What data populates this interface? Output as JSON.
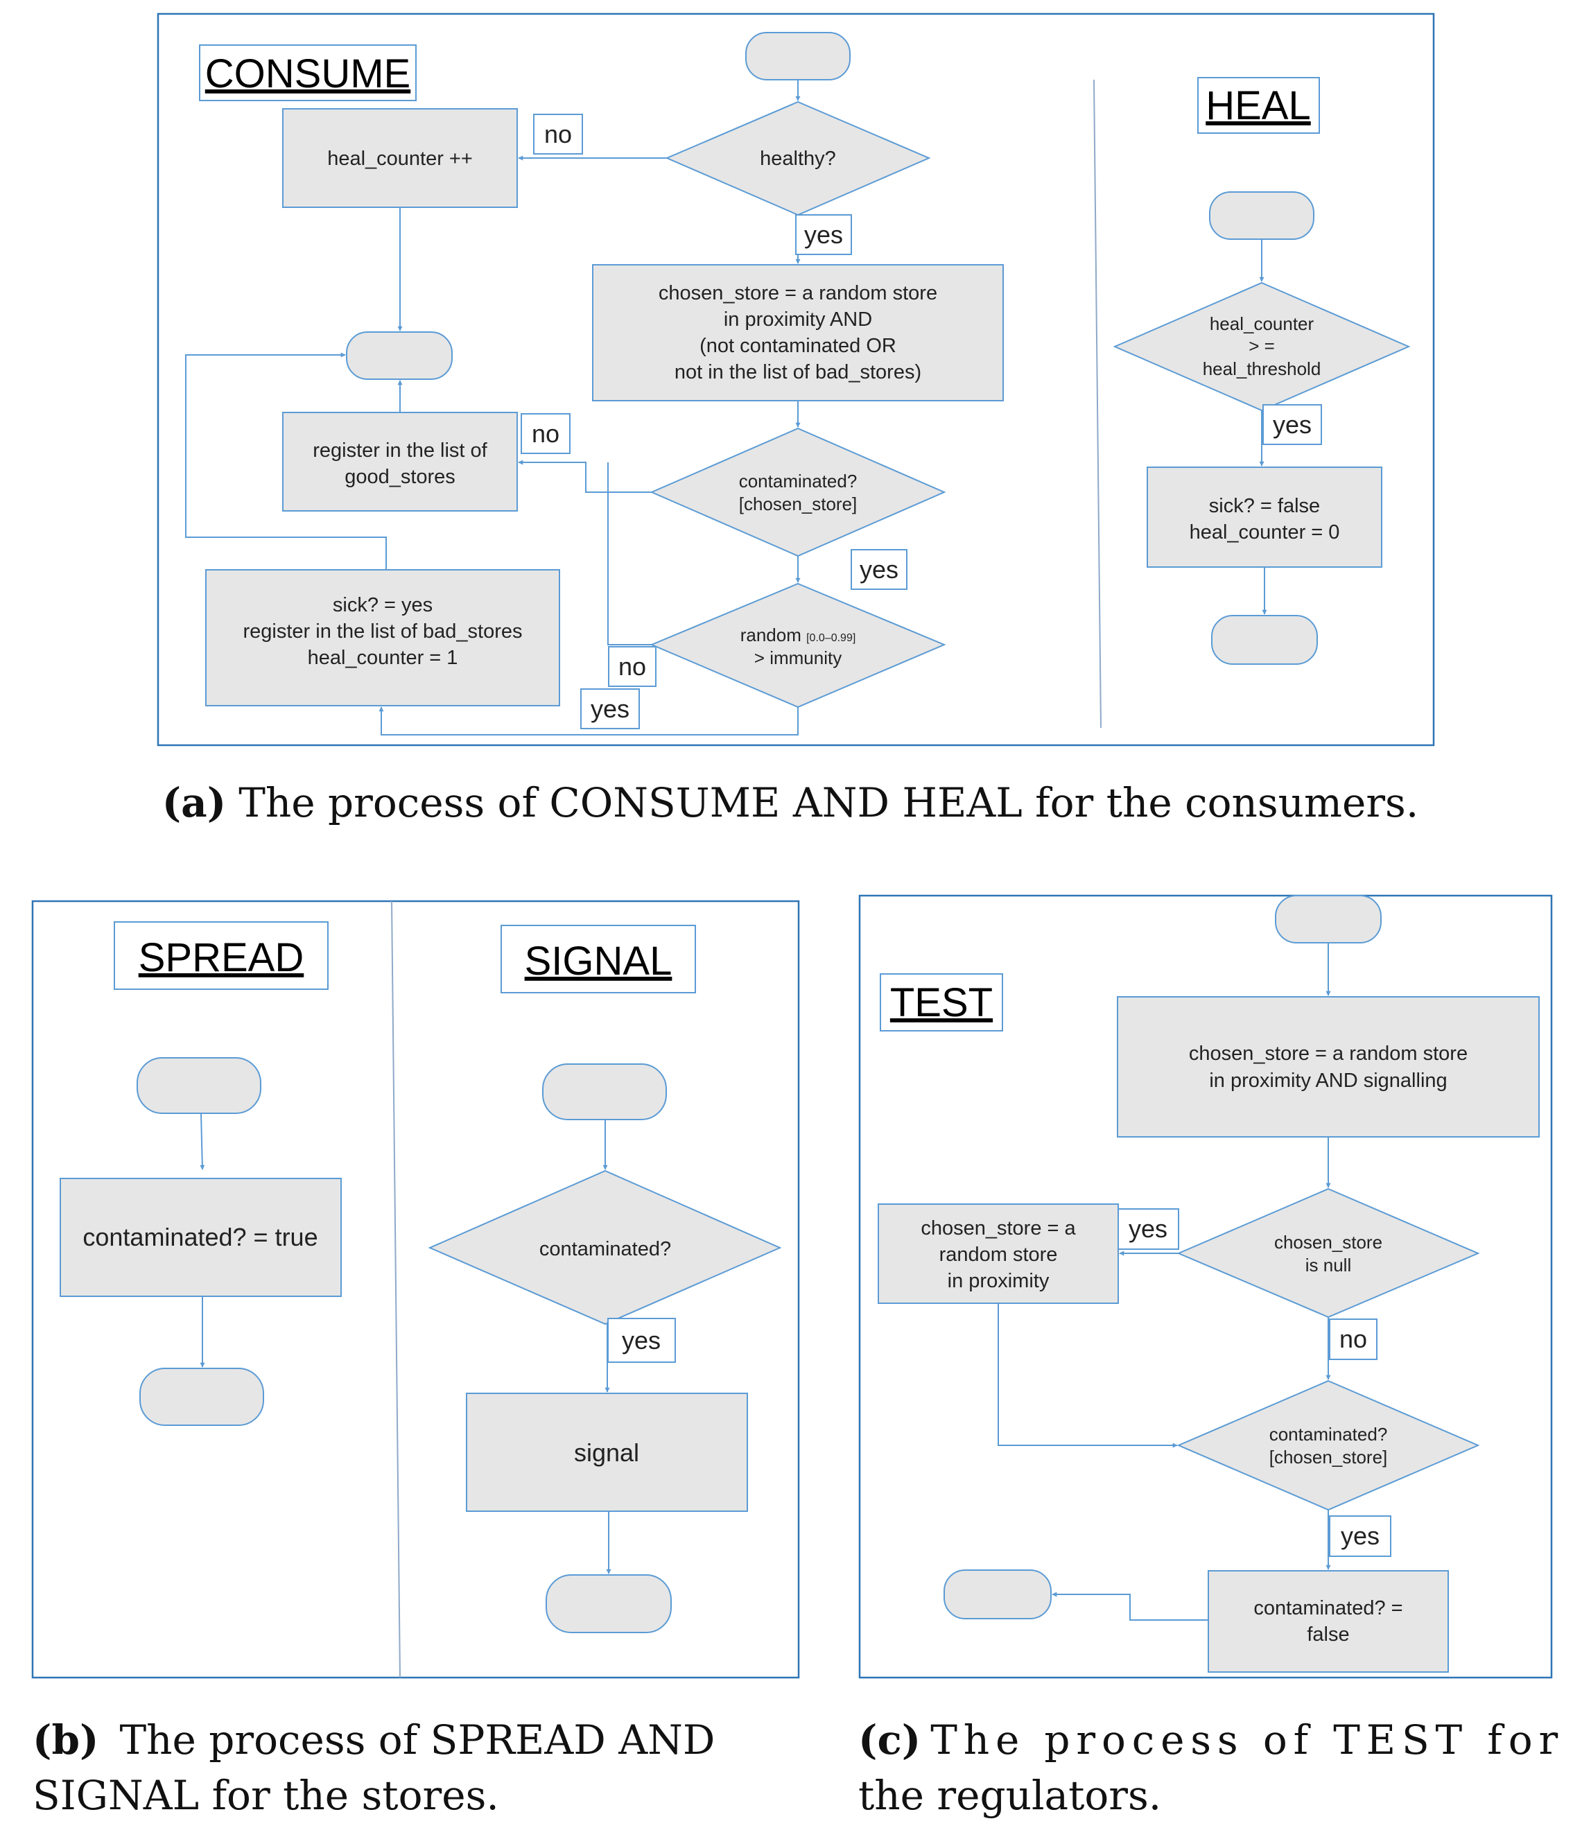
{
  "panel_a": {
    "titles": {
      "consume": "CONSUME",
      "heal": "HEAL"
    },
    "nodes": {
      "heal_counter_inc": "heal_counter ++",
      "healthy_q": "healthy?",
      "choose_store": [
        "chosen_store =  a random store",
        "in proximity AND",
        "(not contaminated OR",
        "not in the list of bad_stores)"
      ],
      "register_good": [
        "register in the list of",
        "good_stores"
      ],
      "contaminated_q": [
        "contaminated?",
        "[chosen_store]"
      ],
      "random_q_prefix": "random ",
      "random_q_range": "[0.0–0.99]",
      "random_q_suffix": "> immunity",
      "sick_block": [
        "sick? = yes",
        "register in the list of bad_stores",
        "heal_counter = 1"
      ],
      "heal_threshold_q": [
        "heal_counter",
        "> =",
        "heal_threshold"
      ],
      "heal_reset": [
        "sick? = false",
        "heal_counter = 0"
      ]
    },
    "labels": {
      "no_healthy": "no",
      "yes_healthy": "yes",
      "no_contaminated": "no",
      "yes_contaminated": "yes",
      "no_random": "no",
      "yes_random": "yes",
      "yes_heal": "yes"
    }
  },
  "panel_b": {
    "titles": {
      "spread": "SPREAD",
      "signal": "SIGNAL"
    },
    "nodes": {
      "set_contaminated": "contaminated? = true",
      "contaminated_q": "contaminated?",
      "signal": "signal"
    },
    "labels": {
      "yes_signal": "yes"
    }
  },
  "panel_c": {
    "title": "TEST",
    "nodes": {
      "choose_signalling": [
        "chosen_store =  a random store",
        "in proximity AND signalling"
      ],
      "choose_random": [
        "chosen_store =  a",
        "random store",
        "in proximity"
      ],
      "null_q": [
        "chosen_store",
        "is null"
      ],
      "contaminated_q": [
        "contaminated?",
        "[chosen_store]"
      ],
      "set_false": [
        "contaminated? =",
        "false"
      ]
    },
    "labels": {
      "yes_null": "yes",
      "no_null": "no",
      "yes_contaminated": "yes"
    }
  },
  "captions": {
    "a_letter": "(a)",
    "a_text": "The process of CONSUME AND HEAL for the consumers.",
    "b_letter": "(b)",
    "b_line1": "The process of SPREAD AND",
    "b_line2": "SIGNAL for the stores.",
    "c_letter": "(c)",
    "c_line1": "The process of TEST for",
    "c_line2": "the regulators."
  }
}
